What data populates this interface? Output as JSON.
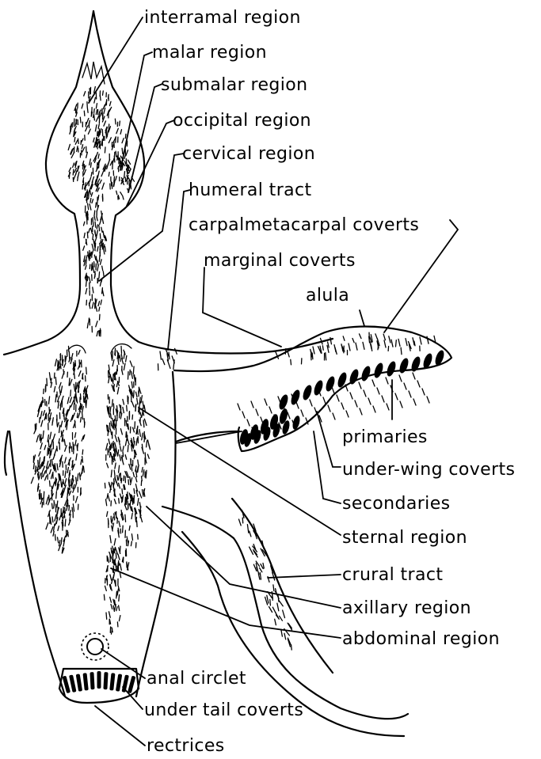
{
  "labels": {
    "interramal": "interramal region",
    "malar": "malar region",
    "submalar": "submalar region",
    "occipital": "occipital region",
    "cervical": "cervical region",
    "humeral": "humeral tract",
    "carpal": "carpalmetacarpal coverts",
    "marginal": "marginal coverts",
    "alula": "alula",
    "primaries": "primaries",
    "underwing": "under-wing coverts",
    "secondaries": "secondaries",
    "sternal": "sternal region",
    "crural": "crural tract",
    "axillary": "axillary region",
    "abdominal": "abdominal region",
    "anal": "anal circlet",
    "undertail": "under tail coverts",
    "rectrices": "rectrices"
  }
}
